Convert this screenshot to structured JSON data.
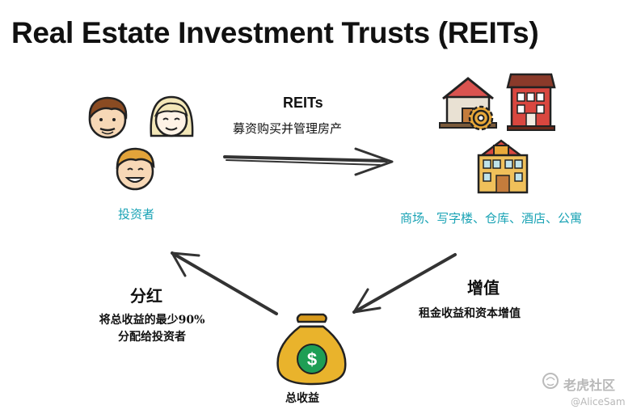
{
  "title": "Real Estate Investment Trusts (REITs)",
  "reits": {
    "label": "REITs",
    "description": "募资购买并管理房产"
  },
  "investor": {
    "label": "投资者"
  },
  "property": {
    "label": "商场、写字楼、仓库、酒店、公寓"
  },
  "dividend": {
    "label": "分红",
    "description_line1": "将总收益的最少90%",
    "description_line2": "分配给投资者"
  },
  "appreciation": {
    "label": "增值",
    "description": "租金收益和资本增值"
  },
  "total_income": {
    "label": "总收益",
    "symbol": "$"
  },
  "watermark": {
    "brand": "老虎社区",
    "user": "@AliceSam"
  },
  "icons": [
    "man-face-icon",
    "woman-face-icon",
    "boy-face-icon",
    "house-gear-icon",
    "apartment-building-icon",
    "hotel-building-icon",
    "money-bag-icon",
    "tiger-logo-icon"
  ],
  "colors": {
    "label_teal": "#1aa3b5",
    "arrow": "#333333",
    "bag": "#e9b32c",
    "watermark": "#b8b8b8"
  }
}
